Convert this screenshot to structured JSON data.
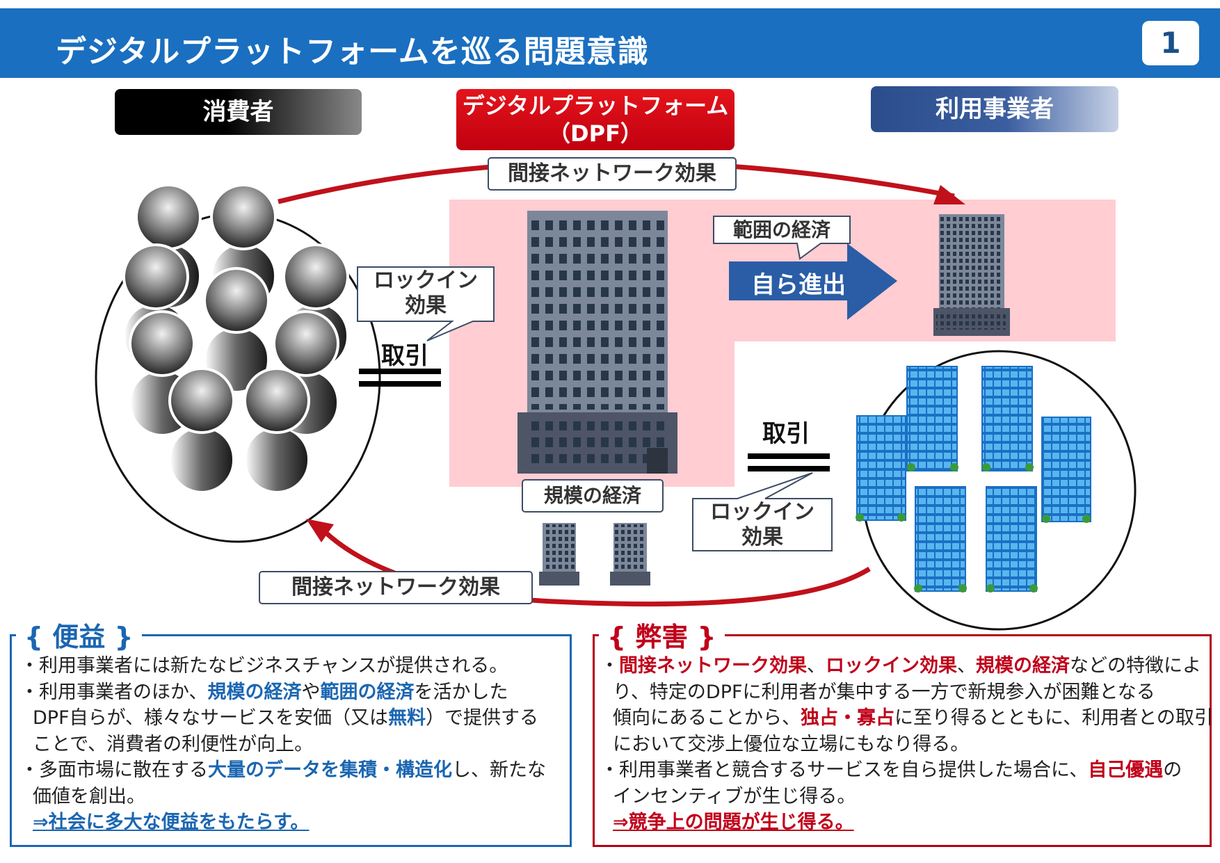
{
  "header": {
    "title": "デジタルプラットフォームを巡る問題意識",
    "page_number": "1"
  },
  "roles": {
    "consumer": "消費者",
    "dpf_line1": "デジタルプラットフォーム",
    "dpf_line2": "（DPF）",
    "business": "利用事業者"
  },
  "diagram": {
    "indirect_network_top": "間接ネットワーク効果",
    "indirect_network_bottom": "間接ネットワーク効果",
    "lockin_left_line1": "ロックイン",
    "lockin_left_line2": "効果",
    "lockin_right_line1": "ロックイン",
    "lockin_right_line2": "効果",
    "transaction_left": "取引",
    "transaction_right": "取引",
    "economies_scope": "範囲の経済",
    "economies_scale": "規模の経済",
    "self_entry": "自ら進出"
  },
  "benefits": {
    "heading": "便益",
    "b1": "・利用事業者には新たなビジネスチャンスが提供される。",
    "b2_a": "・利用事業者のほか、",
    "b2_b": "規模の経済",
    "b2_c": "や",
    "b2_d": "範囲の経済",
    "b2_e": "を活かした",
    "b2_f": "DPF自らが、様々なサービスを安価（又は",
    "b2_g": "無料",
    "b2_h": "）で提供する",
    "b2_i": "ことで、消費者の利便性が向上。",
    "b3_a": "・多面市場に散在する",
    "b3_b": "大量のデータを集積・構造化",
    "b3_c": "し、新たな",
    "b3_d": "価値を創出。",
    "conclusion": "⇒社会に多大な便益をもたらす。"
  },
  "harms": {
    "heading": "弊害",
    "h1_a": "・",
    "h1_b": "間接ネットワーク効果",
    "h1_c": "、",
    "h1_d": "ロックイン効果",
    "h1_e": "、",
    "h1_f": "規模の経済",
    "h1_g": "などの特徴によ",
    "h1_h": "り、特定のDPFに利用者が集中する一方で新規参入が困難となる",
    "h1_i": "傾向にあることから、",
    "h1_j": "独占・寡占",
    "h1_k": "に至り得るとともに、利用者との取引",
    "h1_l": "において交渉上優位な立場にもなり得る。",
    "h2_a": "・利用事業者と競合するサービスを自ら提供した場合に、",
    "h2_b": "自己優遇",
    "h2_c": "の",
    "h2_d": "インセンティブが生じ得る。",
    "conclusion": "⇒競争上の問題が生じ得る。"
  },
  "colors": {
    "header_blue": "#1a6fc0",
    "dpf_red": "#e4141b",
    "business_navy": "#2b4d8c",
    "benefit_blue": "#1b66b1",
    "harm_red": "#c0001a",
    "dpf_area_pink": "#ffcdd2",
    "arrow_red": "#c0111b"
  }
}
